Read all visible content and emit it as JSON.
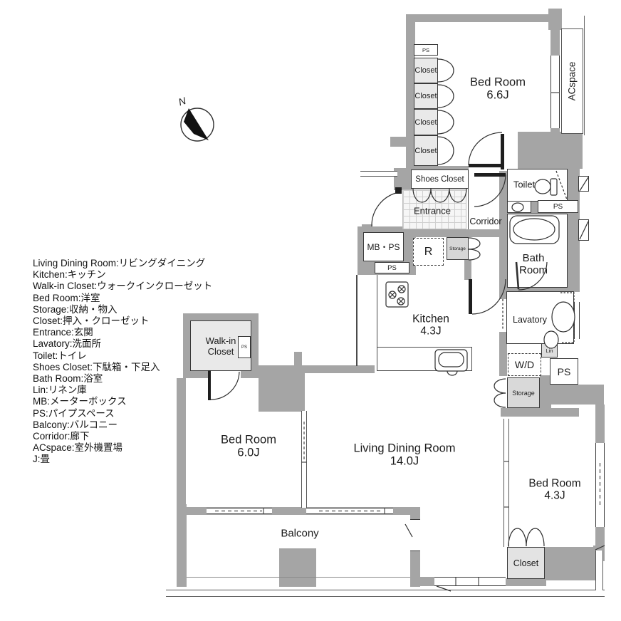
{
  "compass": {
    "north": "N"
  },
  "legend": [
    "Living Dining Room:リビングダイニング",
    "Kitchen:キッチン",
    "Walk-in Closet:ウォークインクローゼット",
    "Bed Room:洋室",
    "Storage:収納・物入",
    "Closet:押入・クローゼット",
    "Entrance:玄関",
    "Lavatory:洗面所",
    "Toilet:トイレ",
    "Shoes Closet:下駄箱・下足入",
    "Bath Room:浴室",
    "Lin:リネン庫",
    "MB:メーターボックス",
    "PS:パイプスペース",
    "Balcony:バルコニー",
    "Corridor:廊下",
    "ACspace:室外機置場",
    "J:畳"
  ],
  "rooms": {
    "bedroom1": {
      "name": "Bed Room",
      "size": "6.6J"
    },
    "bedroom2": {
      "name": "Bed Room",
      "size": "6.0J"
    },
    "bedroom3": {
      "name": "Bed Room",
      "size": "4.3J"
    },
    "living": {
      "name": "Living Dining Room",
      "size": "14.0J"
    },
    "kitchen": {
      "name": "Kitchen",
      "size": "4.3J"
    },
    "bath": {
      "line1": "Bath",
      "line2": "Room"
    },
    "walkin": {
      "line1": "Walk-in",
      "line2": "Closet"
    },
    "toilet": "Toilet",
    "lavatory": "Lavatory",
    "corridor": "Corridor",
    "entrance": "Entrance",
    "shoes_closet": "Shoes Closet",
    "balcony": "Balcony",
    "acspace": "ACspace"
  },
  "fixtures": {
    "closet": "Closet",
    "storage": "Storage",
    "ps": "PS",
    "mbps": "MB・PS",
    "wd": "W/D",
    "lin": "Lin",
    "fridge": "R"
  },
  "colors": {
    "wall": "#a5a5a5",
    "closet_fill": "#e9e9e9",
    "storage_fill": "#d6d6d6",
    "line": "#3a3a3a"
  }
}
